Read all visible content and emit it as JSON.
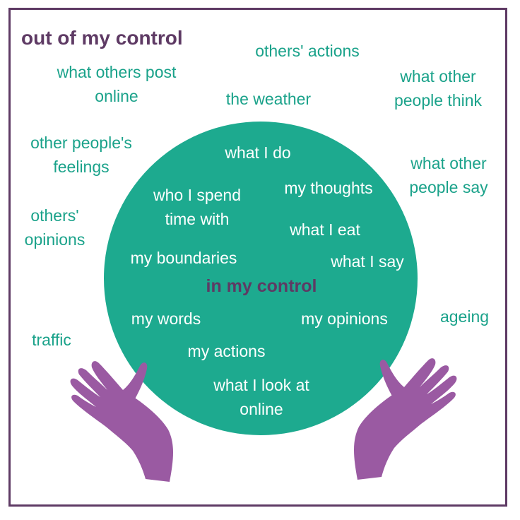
{
  "diagram": {
    "outside_heading": "out of my control",
    "inside_heading": "in my control",
    "outside_items": [
      "others' actions",
      "what others post\nonline",
      "what other\npeople think",
      "the weather",
      "other people's\nfeelings",
      "what other\npeople say",
      "others'\nopinions",
      "ageing",
      "traffic"
    ],
    "inside_items": [
      "what I do",
      "who I spend\ntime with",
      "my thoughts",
      "what I eat",
      "my boundaries",
      "what I say",
      "my words",
      "my opinions",
      "my actions",
      "what I look at\nonline"
    ],
    "colors": {
      "accent_teal": "#1daa8f",
      "outside_text": "#1aa28a",
      "heading_purple": "#5e3a64",
      "hand_purple": "#9a5aa2",
      "frame": "#5e3a64"
    }
  }
}
